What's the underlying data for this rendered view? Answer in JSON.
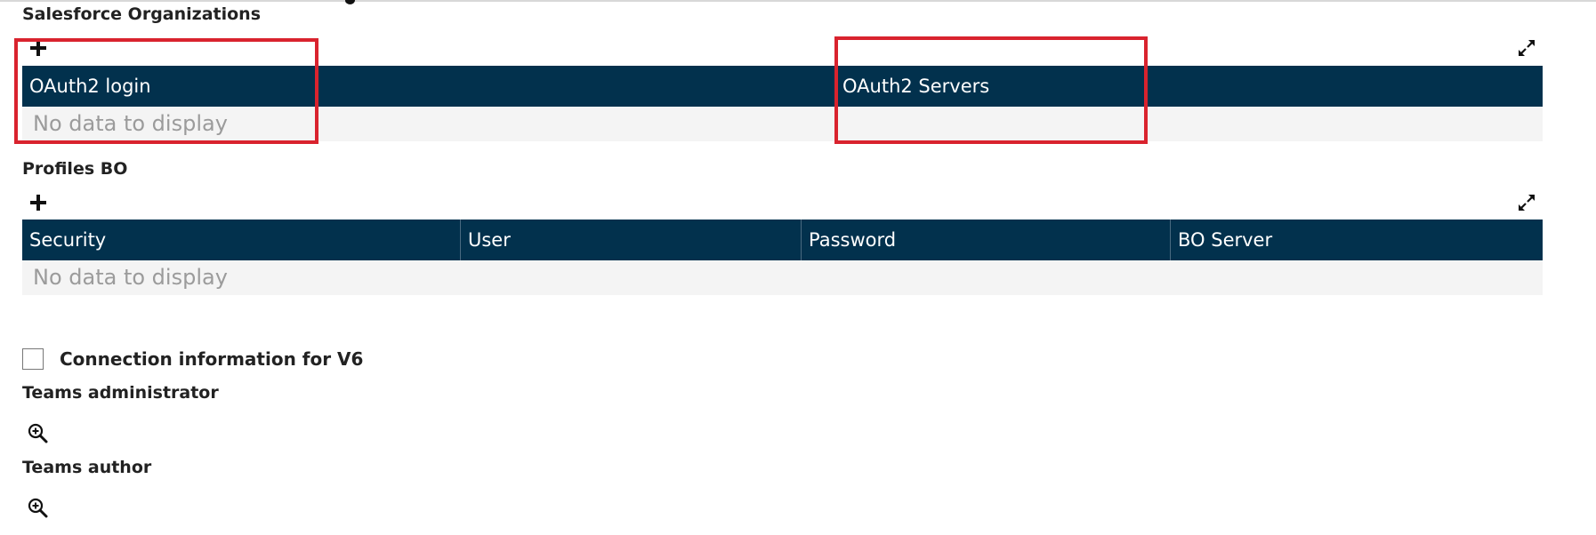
{
  "salesforce_orgs": {
    "title": "Salesforce Organizations",
    "add_icon": "plus-icon",
    "expand_icon": "expand-icon",
    "columns": [
      "OAuth2 login",
      "OAuth2 Servers"
    ],
    "empty_text": "No data to display"
  },
  "profiles_bo": {
    "title": "Profiles BO",
    "add_icon": "plus-icon",
    "expand_icon": "expand-icon",
    "columns": [
      "Security",
      "User",
      "Password",
      "BO Server"
    ],
    "empty_text": "No data to display"
  },
  "v6_connection": {
    "label": "Connection information for V6",
    "checked": false
  },
  "teams_administrator": {
    "title": "Teams administrator",
    "lookup_icon": "zoom-in-icon"
  },
  "teams_author": {
    "title": "Teams author",
    "lookup_icon": "zoom-in-icon"
  },
  "colors": {
    "header_bg": "#02314d",
    "highlight": "#d9232e",
    "empty_row_bg": "#f4f4f4"
  }
}
